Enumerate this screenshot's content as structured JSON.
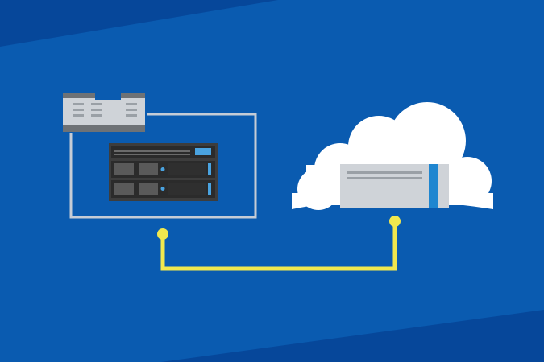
{
  "colors": {
    "background": "#0a5bb0",
    "background_dark": "#06479a",
    "frame": "#c5ccd6",
    "cloud": "#ffffff",
    "server_body": "#3d3d3d",
    "server_slot": "#5a5a5a",
    "server_led": "#4aa3e0",
    "switch_body": "#cfd3d8",
    "switch_base": "#6e7276",
    "cloud_panel": "#cfd3d8",
    "cloud_panel_accent": "#1f86d0",
    "link": "#f1e84e"
  },
  "diagram": {
    "nodes": [
      {
        "id": "on-premises-network",
        "icon": "network-switch-icon"
      },
      {
        "id": "rack-server",
        "icon": "rack-server-icon"
      },
      {
        "id": "cloud",
        "icon": "cloud-icon"
      },
      {
        "id": "cloud-appliance",
        "icon": "cloud-server-icon"
      }
    ],
    "edges": [
      {
        "from": "on-premises-network",
        "to": "cloud-appliance",
        "style": "yellow-connector"
      }
    ]
  }
}
